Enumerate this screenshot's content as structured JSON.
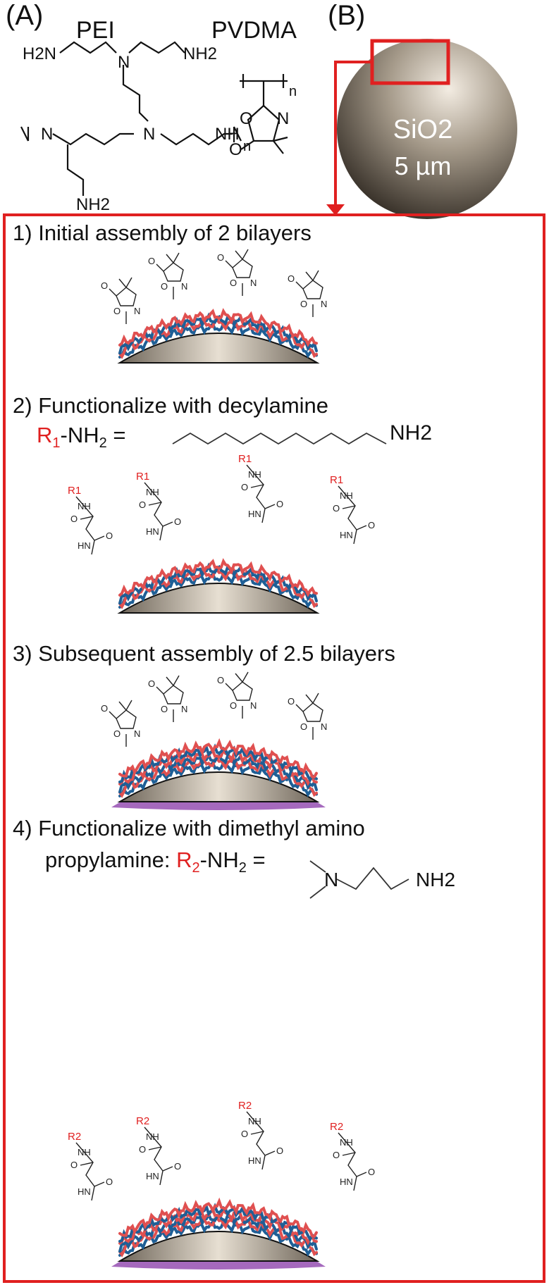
{
  "panel_a": {
    "label": "(A)",
    "pei": {
      "title": "PEI",
      "atoms": {
        "h2n": "H2N",
        "nh2_top": "NH2",
        "n_branch_top": "N",
        "n_branch_mid": "N",
        "n_left": "N",
        "nh_right": "NH",
        "n_sub": "n",
        "nh2_bottom": "NH2"
      }
    },
    "pvdma": {
      "title": "PVDMA",
      "atoms": {
        "n_sub": "n",
        "o_ring": "O",
        "n_ring": "N",
        "o_carbonyl": "O"
      }
    }
  },
  "panel_b": {
    "label": "(B)",
    "sphere_material": "SiO2",
    "sphere_size": "5 µm"
  },
  "steps": [
    {
      "number": "1)",
      "text": "Initial assembly of 2 bilayers"
    },
    {
      "number": "2)",
      "text": "Functionalize with decylamine",
      "reagent": {
        "r": "R",
        "sub": "1",
        "rest": "-NH",
        "rest_sub": "2",
        "eq": " ="
      },
      "structure_label": "NH2"
    },
    {
      "number": "3)",
      "text": "Subsequent assembly of 2.5 bilayers"
    },
    {
      "number": "4)",
      "text": "Functionalize with dimethyl amino",
      "line2_text": "propylamine: ",
      "reagent": {
        "r": "R",
        "sub": "2",
        "rest": "-NH",
        "rest_sub": "2",
        "eq": " ="
      },
      "structure_labels": {
        "n": "N",
        "nh2": "NH2"
      }
    }
  ],
  "surface_labels": {
    "ring_o": "O",
    "ring_n": "N",
    "nh": "NH",
    "hn": "HN",
    "r1": "R1",
    "r2": "R2"
  },
  "colors": {
    "frame": "#e02020",
    "polymer_red": "#e05050",
    "polymer_blue": "#1f5f96",
    "purple_layer": "#9b59b6",
    "silica": "#8e8474"
  }
}
